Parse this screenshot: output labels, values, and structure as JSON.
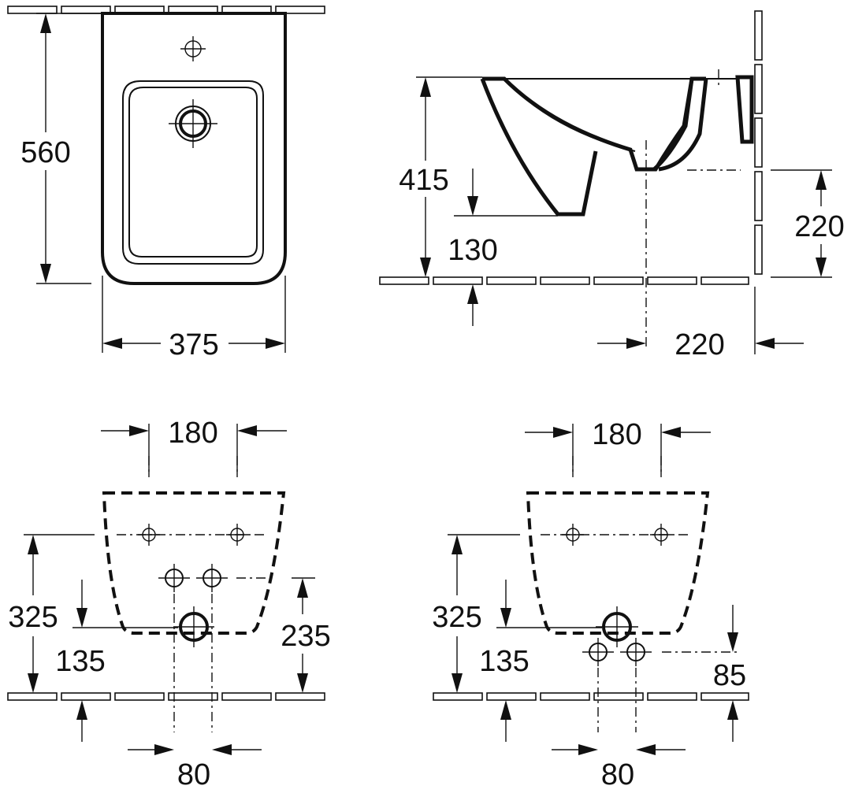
{
  "views": {
    "top": {
      "height_label": "560",
      "width_label": "375"
    },
    "side": {
      "height_label": "415",
      "floor_gap_label": "130",
      "outlet_height_label": "220",
      "depth_label": "220"
    },
    "mount_a": {
      "bolt_spacing_label": "180",
      "bolt_height_label": "325",
      "drain_height_label": "135",
      "supply_height_label": "235",
      "supply_spacing_label": "80"
    },
    "mount_b": {
      "bolt_spacing_label": "180",
      "bolt_height_label": "325",
      "drain_height_label": "135",
      "supply_height_label": "85",
      "supply_spacing_label": "80"
    }
  }
}
